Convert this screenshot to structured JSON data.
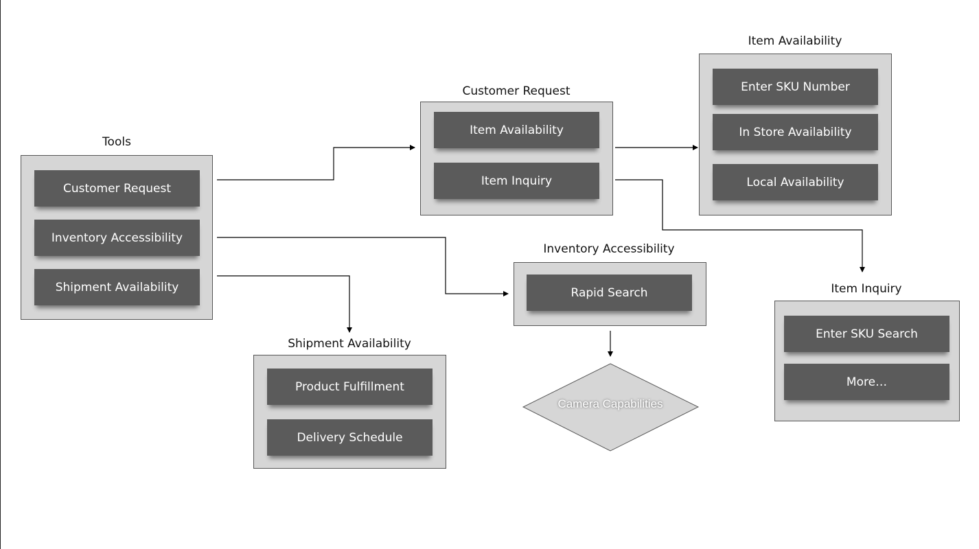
{
  "tools": {
    "title": "Tools",
    "items": [
      "Customer Request",
      "Inventory Accessibility",
      "Shipment Availability"
    ]
  },
  "customer_request": {
    "title": "Customer Request",
    "items": [
      "Item Availability",
      "Item Inquiry"
    ]
  },
  "item_availability": {
    "title": "Item Availability",
    "items": [
      "Enter SKU Number",
      "In Store Availability",
      "Local Availability"
    ]
  },
  "inventory_accessibility": {
    "title": "Inventory Accessibility",
    "items": [
      "Rapid Search"
    ]
  },
  "shipment_availability": {
    "title": "Shipment Availability",
    "items": [
      "Product Fulfillment",
      "Delivery Schedule"
    ]
  },
  "item_inquiry": {
    "title": "Item Inquiry",
    "items": [
      "Enter SKU Search",
      "More…"
    ]
  },
  "decision": {
    "label": "Camera Capabilities"
  },
  "colors": {
    "panel_fill": "#d6d6d6",
    "item_fill": "#5b5b5b",
    "diamond_fill": "#d6d6d6",
    "line": "#000000"
  }
}
